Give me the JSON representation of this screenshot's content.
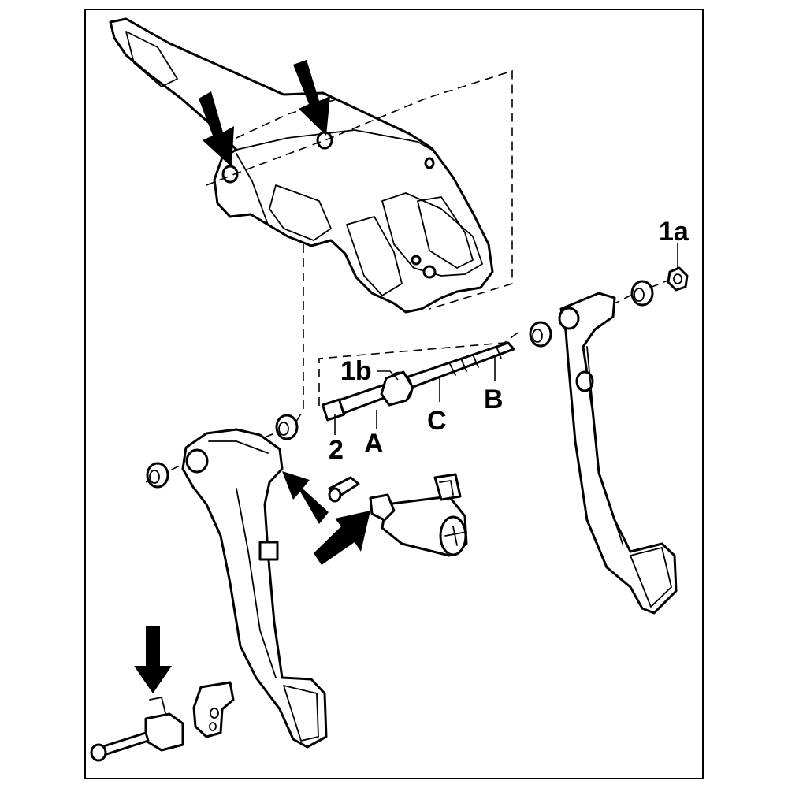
{
  "callouts": {
    "l1a": "1a",
    "l1b": "1b",
    "l2": "2",
    "lA": "A",
    "lB": "B",
    "lC": "C"
  },
  "colors": {
    "ink": "#000000",
    "paper": "#ffffff"
  },
  "icons": [
    "mounting-arrow-icon"
  ]
}
